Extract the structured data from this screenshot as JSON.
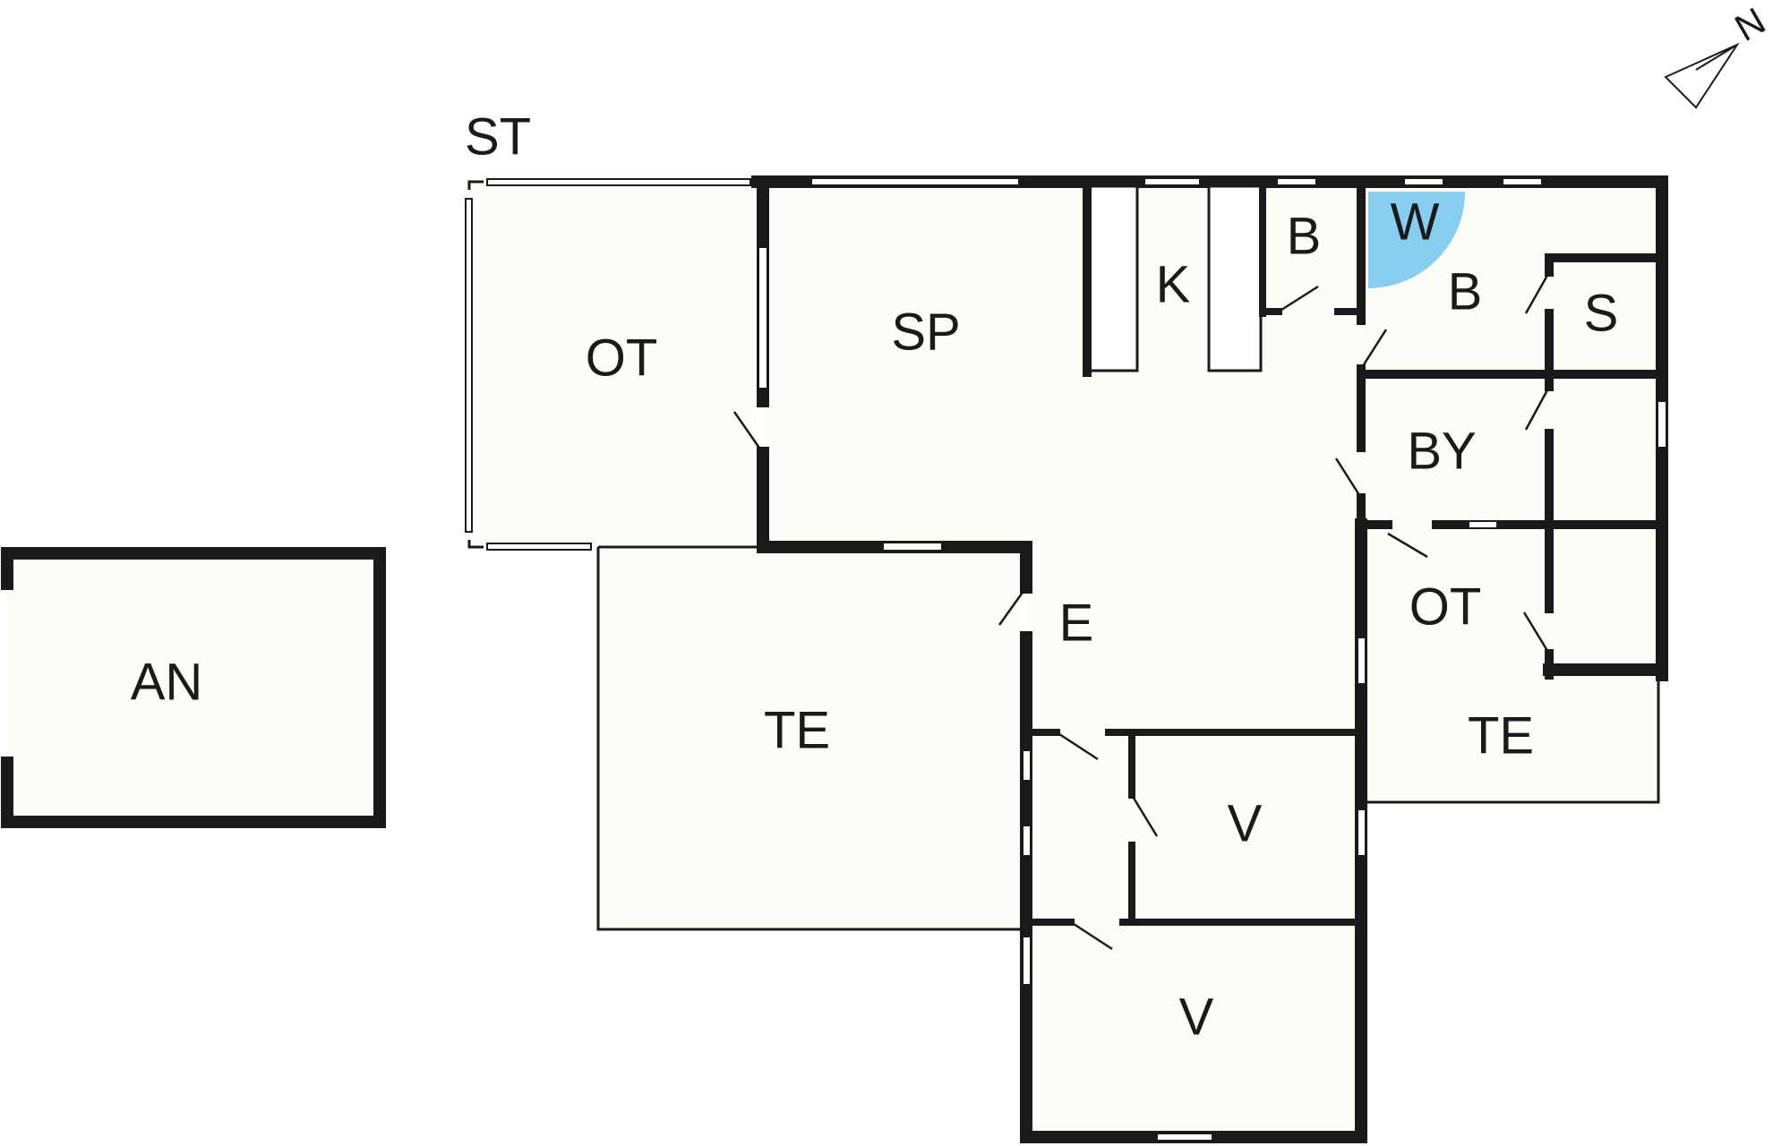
{
  "floor_plan": {
    "outside_label": "ST",
    "compass_letter": "N",
    "compass_icon": "north-arrow-icon",
    "appliance_color": "#86cdf0",
    "wall_color": "#1a1a1a",
    "floor_color": "#fdfdf7",
    "rooms": {
      "annex": "AN",
      "terrace_covered": "OT",
      "living": "SP",
      "kitchen": "K",
      "bath_small": "B",
      "washer": "W",
      "bath": "B",
      "sauna": "S",
      "utility": "BY",
      "terrace_back": "OT",
      "entrance": "E",
      "terrace_west": "TE",
      "terrace_east": "TE",
      "bedroom_1": "V",
      "bedroom_2": "V"
    }
  }
}
